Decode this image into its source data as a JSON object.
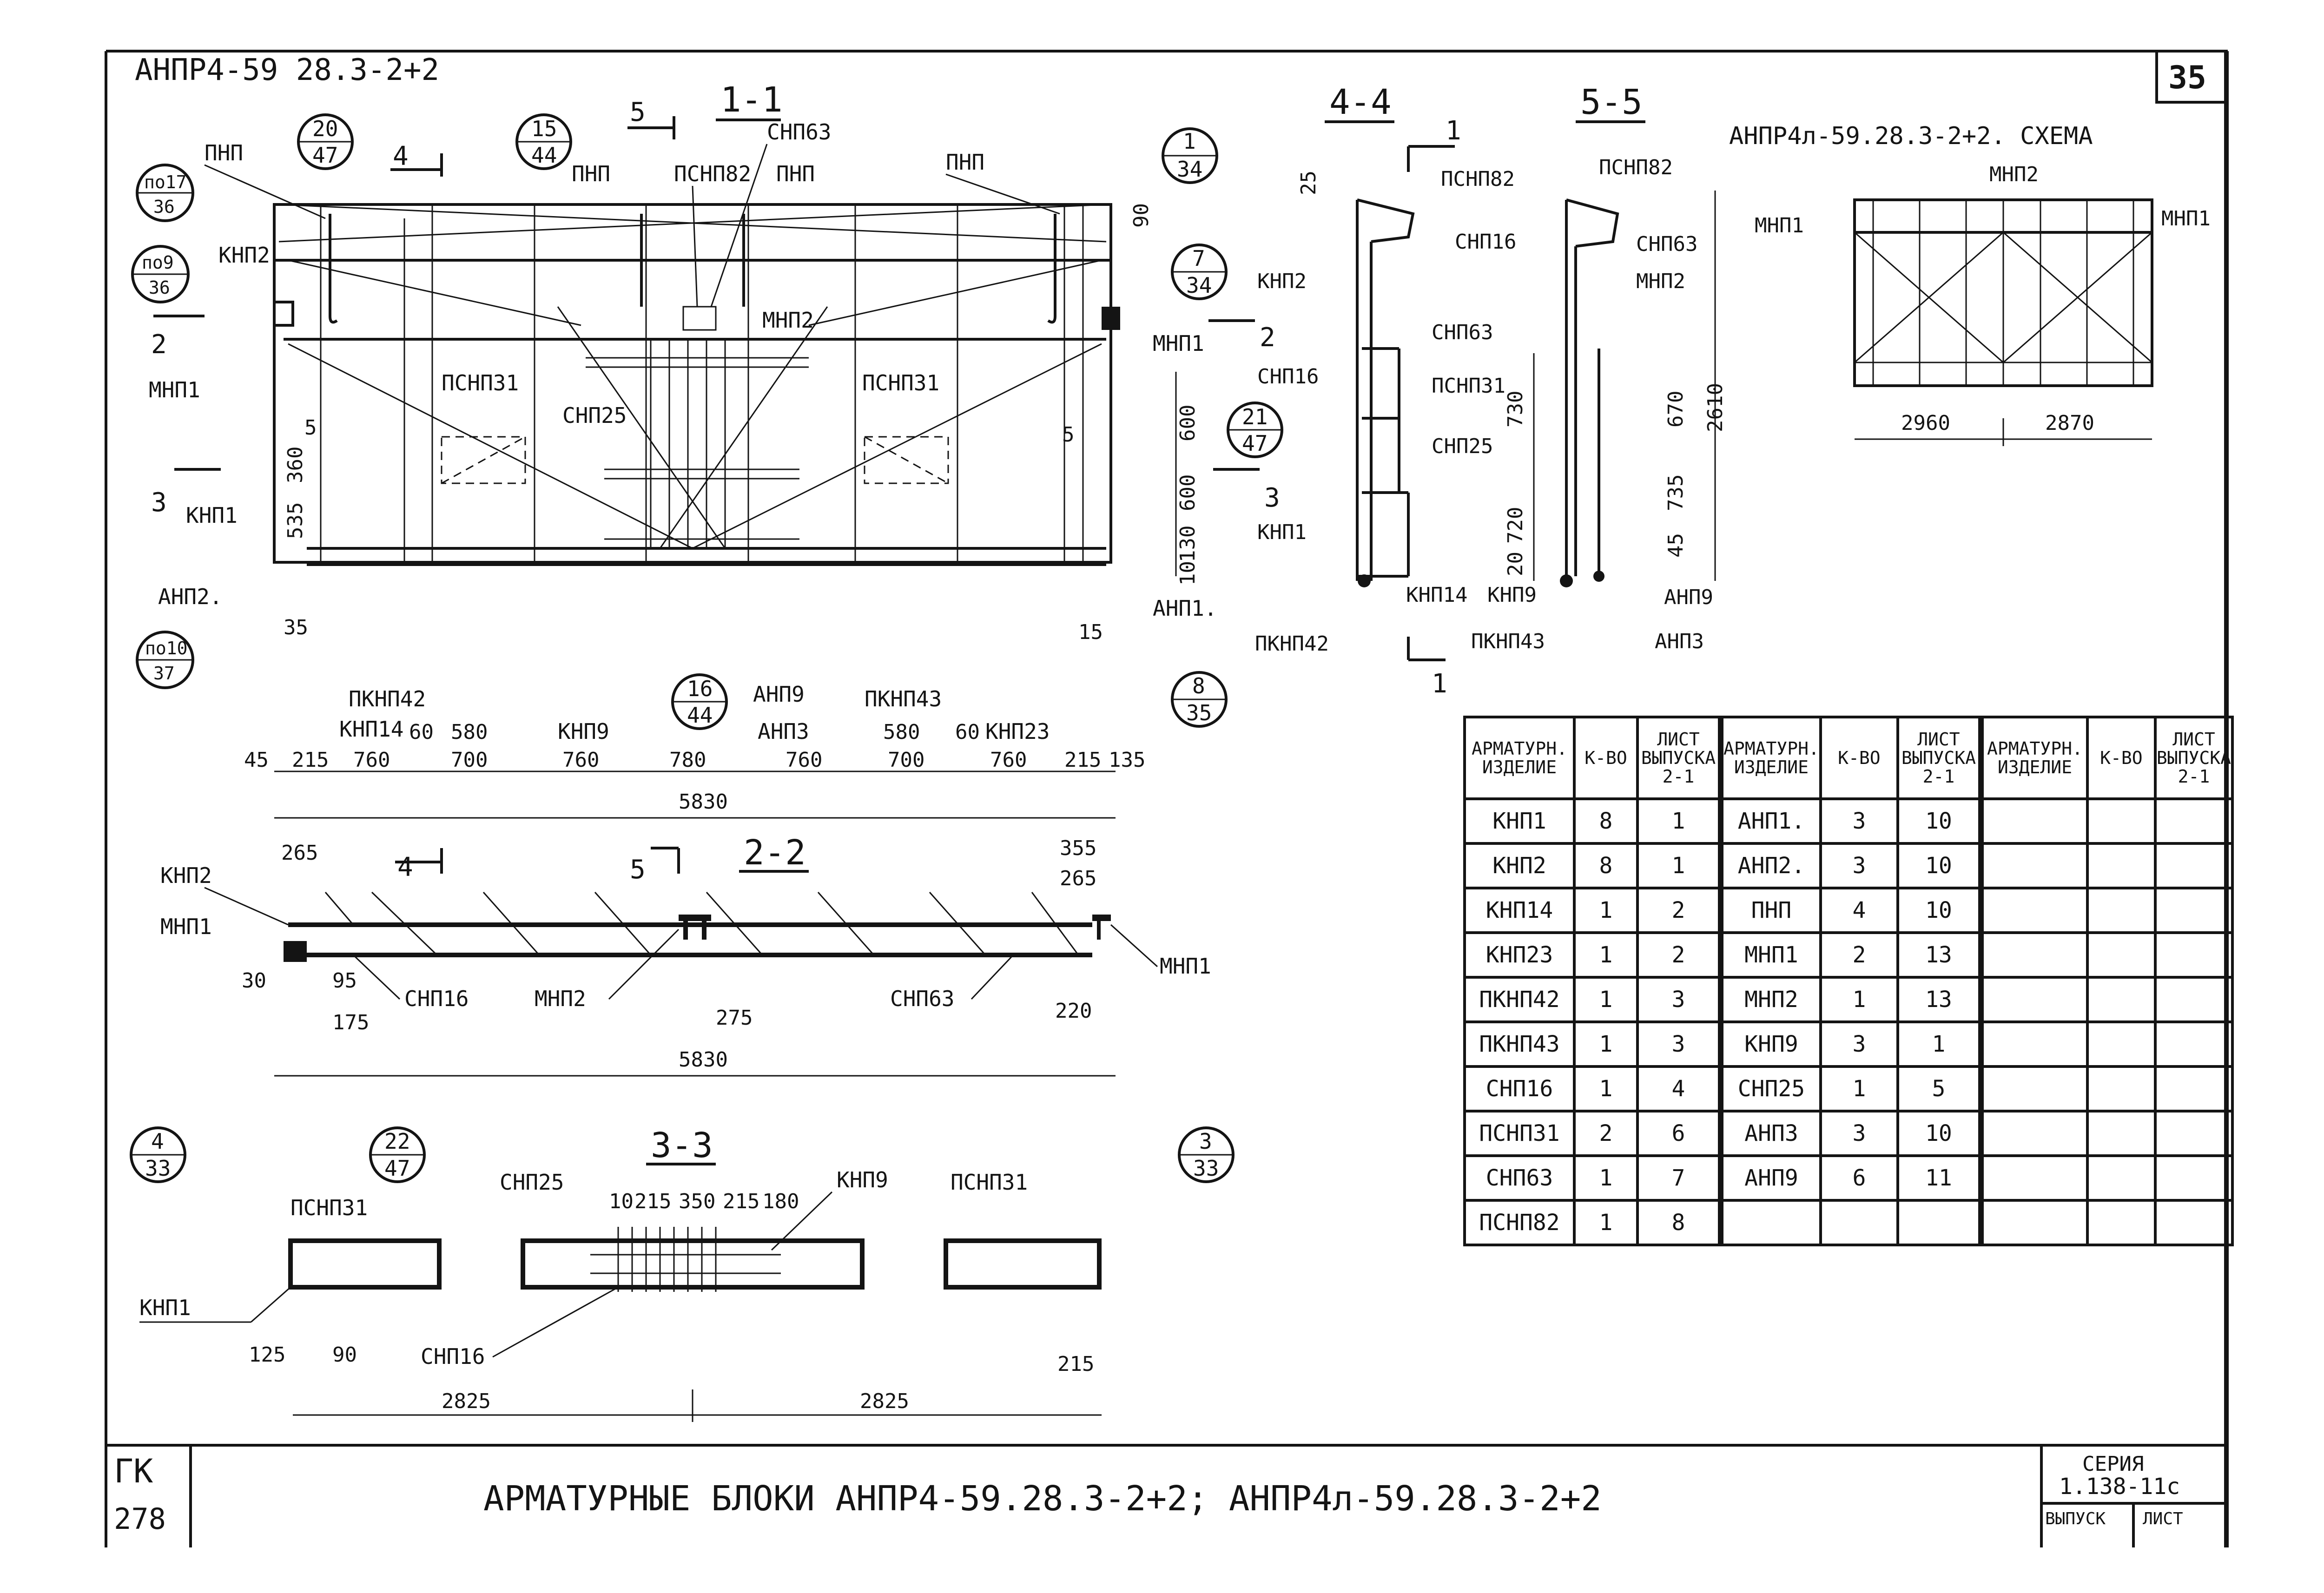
{
  "header": {
    "top_left": "АНПР4-59 28.3-2+2",
    "sheet_number": "35"
  },
  "sections": {
    "s1": "1-1",
    "s2": "2-2",
    "s3": "3-3",
    "s4": "4-4",
    "s5": "5-5",
    "scheme_title": "АНПР4л-59.28.3-2+2. СХЕМА"
  },
  "callouts": [
    {
      "top": "20",
      "bottom": "47"
    },
    {
      "top": "15",
      "bottom": "44"
    },
    {
      "top": "1",
      "bottom": "34"
    },
    {
      "top": "7",
      "bottom": "34"
    },
    {
      "top": "16",
      "bottom": "44"
    },
    {
      "top": "8",
      "bottom": "35"
    },
    {
      "top": "21",
      "bottom": "47"
    },
    {
      "top": "4",
      "bottom": "33"
    },
    {
      "top": "22",
      "bottom": "47"
    },
    {
      "top": "3",
      "bottom": "33"
    },
    {
      "top": "по17",
      "bottom": "36"
    },
    {
      "top": "по9",
      "bottom": "36"
    },
    {
      "top": "по10",
      "bottom": "37"
    }
  ],
  "labels_view1": [
    "ПНП",
    "ПНП",
    "ПСНП82",
    "СНП63",
    "ПНП",
    "ПНП",
    "КНП2",
    "МНП2",
    "МНП1",
    "МНП1",
    "ПСНП31",
    "СНП25",
    "ПСНП31",
    "КНП1",
    "АНП2.",
    "АНП1.",
    "ПКНП42",
    "КНП14",
    "КНП9",
    "АНП9",
    "АНП3",
    "ПКНП43",
    "КНП23"
  ],
  "dims_view1": [
    "45",
    "215",
    "760",
    "700",
    "760",
    "780",
    "760",
    "700",
    "760",
    "215",
    "135",
    "5830",
    "580",
    "60",
    "580",
    "60",
    "35",
    "15",
    "5",
    "5",
    "535",
    "360",
    "600",
    "600",
    "130",
    "10",
    "90"
  ],
  "labels_view2": [
    "КНП2",
    "МНП1",
    "СНП16",
    "МНП2",
    "СНП63",
    "МНП1"
  ],
  "dims_view2": [
    "265",
    "355",
    "265",
    "30",
    "95",
    "175",
    "275",
    "220",
    "5830"
  ],
  "labels_view3": [
    "ПСНП31",
    "СНП25",
    "КНП9",
    "ПСНП31",
    "КНП1",
    "СНП16"
  ],
  "dims_view3": [
    "10",
    "215",
    "350",
    "215",
    "180",
    "125",
    "90",
    "215",
    "2825",
    "2825"
  ],
  "labels_view4": [
    "ПСНП82",
    "КНП2",
    "СНП63",
    "СНП16",
    "ПСНП31",
    "СНП25",
    "КНП1",
    "КНП14",
    "ПКНП42",
    "25"
  ],
  "labels_view5": [
    "ПСНП82",
    "СНП16",
    "СНП63",
    "МНП2",
    "КНП9",
    "АНП9",
    "ПКНП43",
    "АНП3",
    "730",
    "720",
    "20",
    "670",
    "735",
    "45",
    "2610"
  ],
  "scheme": {
    "labels": [
      "МНП2",
      "МНП1",
      "МНП1"
    ],
    "dims": [
      "2960",
      "2870"
    ]
  },
  "table": {
    "headers": [
      "АРМАТУРН. ИЗДЕЛИЕ",
      "К-ВО",
      "ЛИСТ ВЫПУСКА 2-1"
    ],
    "rows": [
      [
        "КНП1",
        "8",
        "1",
        "АНП1.",
        "3",
        "10"
      ],
      [
        "КНП2",
        "8",
        "1",
        "АНП2.",
        "3",
        "10"
      ],
      [
        "КНП14",
        "1",
        "2",
        "ПНП",
        "4",
        "10"
      ],
      [
        "КНП23",
        "1",
        "2",
        "МНП1",
        "2",
        "13"
      ],
      [
        "ПКНП42",
        "1",
        "3",
        "МНП2",
        "1",
        "13"
      ],
      [
        "ПКНП43",
        "1",
        "3",
        "КНП9",
        "3",
        "1"
      ],
      [
        "СНП16",
        "1",
        "4",
        "СНП25",
        "1",
        "5"
      ],
      [
        "ПСНП31",
        "2",
        "6",
        "АНП3",
        "3",
        "10"
      ],
      [
        "СНП63",
        "1",
        "7",
        "АНП9",
        "6",
        "11"
      ],
      [
        "ПСНП82",
        "1",
        "8",
        "",
        "",
        " "
      ]
    ]
  },
  "title_block": {
    "gk": "ГК",
    "number": "278",
    "title": "АРМАТУРНЫЕ БЛОКИ АНПР4-59.28.3-2+2; АНПР4л-59.28.3-2+2",
    "series_label": "СЕРИЯ",
    "series_value": "1.138-11с",
    "issue_label": "ВЫПУСК",
    "sheet_label": "ЛИСТ"
  }
}
